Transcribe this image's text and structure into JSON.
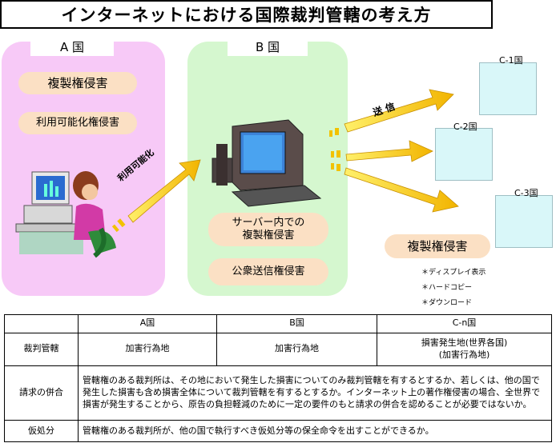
{
  "title": "インターネットにおける国際裁判管轄の考え方",
  "diagram": {
    "region_a": {
      "label": "A 国",
      "infringement": "複製権侵害",
      "availability_infringement": "利用可能化権侵害",
      "arrow_label": "利用可能化"
    },
    "region_b": {
      "label": "B 国",
      "server_infringement": "サーバー内での\n複製権侵害",
      "transmission_infringement": "公衆送信権侵害"
    },
    "transmission_label": "送 信",
    "countries": [
      "C-1国",
      "C-2国",
      "C-3国"
    ],
    "c_infringement": "複製権侵害",
    "notes": [
      "＊ディスプレイ表示",
      "＊ハードコピー",
      "＊ダウンロード"
    ]
  },
  "table": {
    "headers": [
      "",
      "A国",
      "B国",
      "C-n国"
    ],
    "rows": [
      {
        "label": "裁判管轄",
        "a": "加害行為地",
        "b": "加害行為地",
        "c": "損害発生地(世界各国)\n(加害行為地)"
      },
      {
        "label": "請求の併合",
        "text": "管轄権のある裁判所は、その地において発生した損害についてのみ裁判管轄を有するとするか、若しくは、他の国で発生した損害も含め損害全体について裁判管轄を有するとするか。インターネット上の著作権侵害の場合、全世界で損害が発生することから、原告の負担軽減のために一定の要件のもと請求の併合を認めることが必要ではないか。"
      },
      {
        "label": "仮処分",
        "text": "管轄権のある裁判所が、他の国で執行すべき仮処分等の保全命令を出すことができるか。"
      }
    ]
  }
}
